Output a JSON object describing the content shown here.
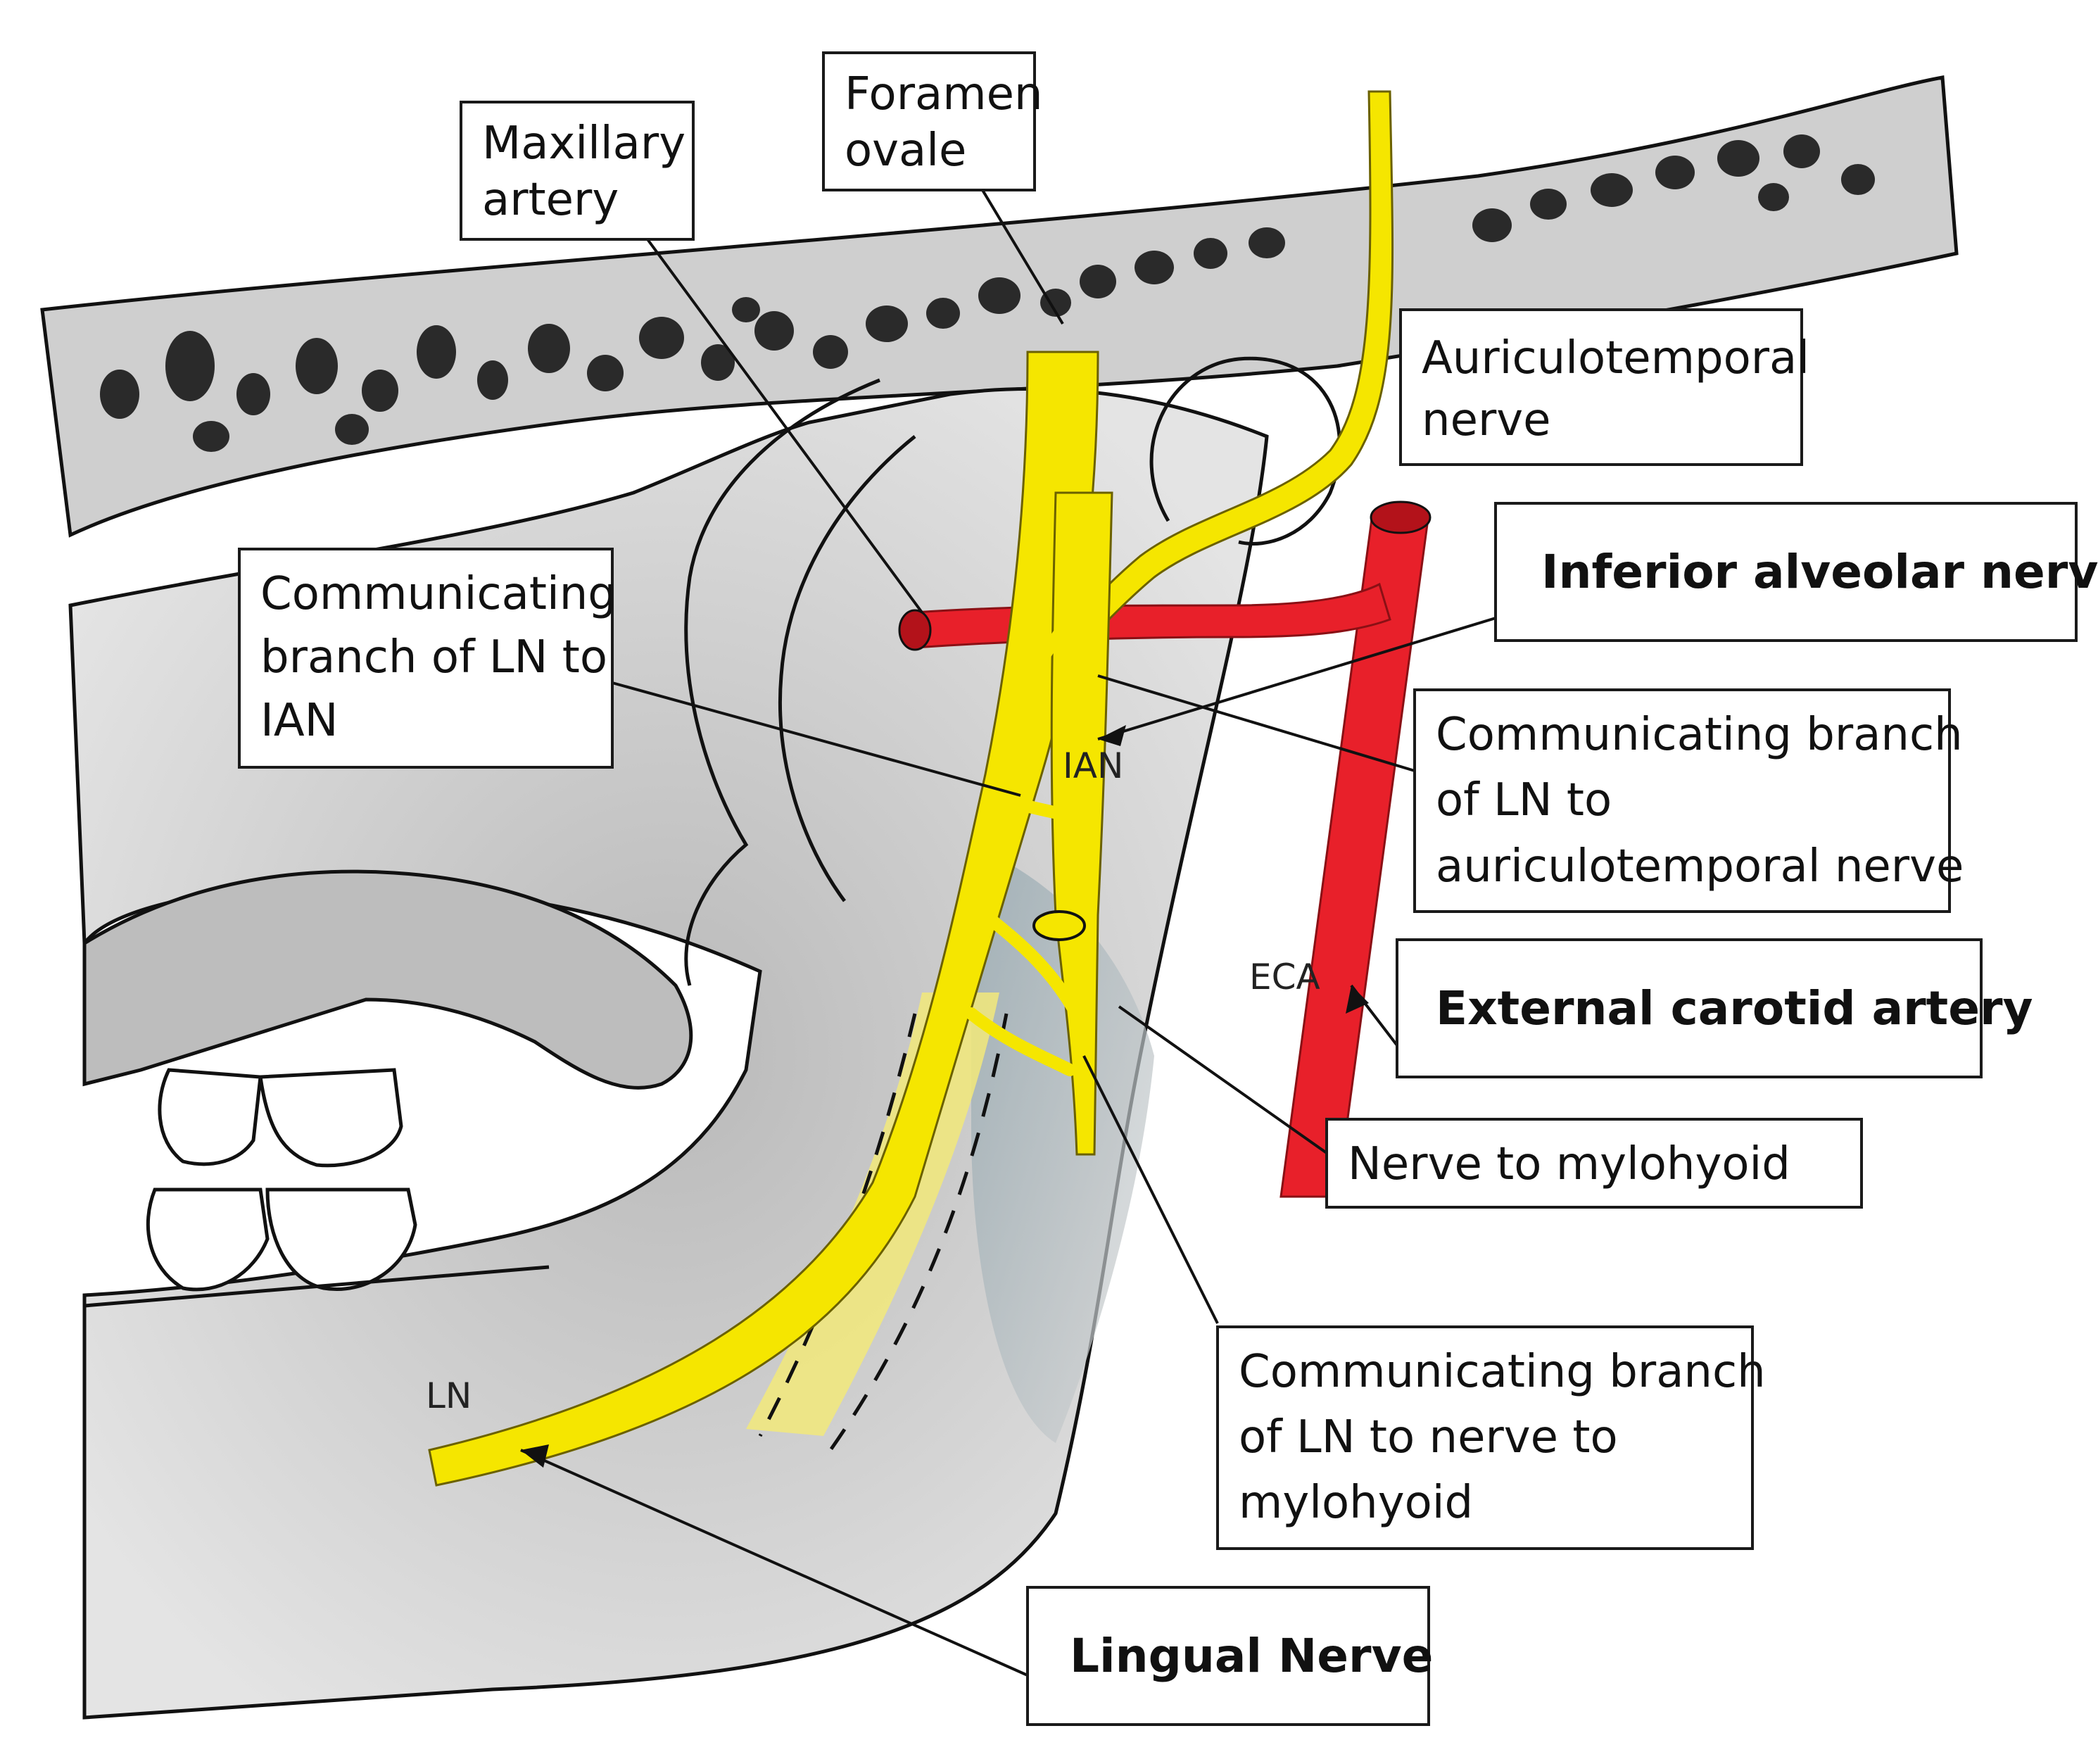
{
  "labels": {
    "foramen_ovale": [
      "Foramen",
      "ovale"
    ],
    "maxillary_artery": [
      "Maxillary",
      "artery"
    ],
    "auriculotemporal_nerve": [
      "Auriculotemporal",
      "nerve"
    ],
    "inferior_alveolar_nerve": "Inferior alveolar nerve",
    "comm_ln_to_ian": [
      "Communicating",
      "branch of LN to",
      "IAN"
    ],
    "comm_ln_to_auriculotemporal": [
      "Communicating branch",
      "of LN to",
      "auriculotemporal nerve"
    ],
    "external_carotid_artery": "External carotid artery",
    "nerve_to_mylohyoid": "Nerve to mylohyoid",
    "comm_ln_to_nerve_to_mylohyoid": [
      "Communicating branch",
      "of LN to nerve to",
      "mylohyoid"
    ],
    "lingual_nerve": "Lingual Nerve"
  },
  "inline_labels": {
    "ian": "IAN",
    "eca": "ECA",
    "ln": "LN"
  },
  "colors": {
    "nerve": "#f5e600",
    "nerve_outline": "#6b6100",
    "artery": "#e8202a",
    "bone": "#c9c9c9",
    "bone_dark": "#8f8f8f",
    "cancellous": "#222222"
  }
}
